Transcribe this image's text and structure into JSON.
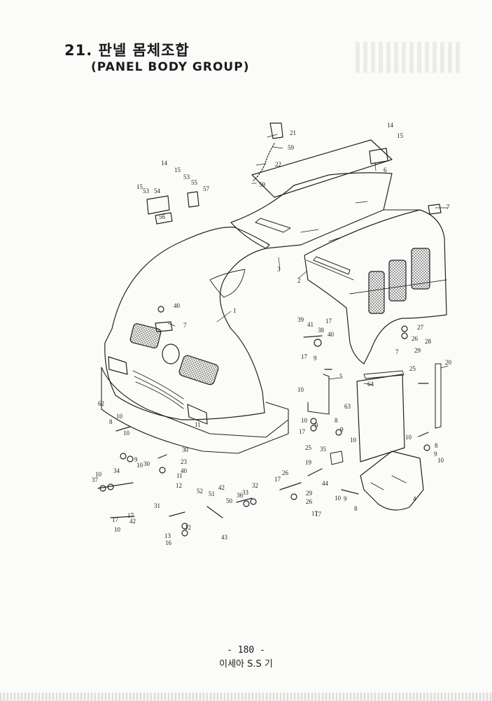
{
  "header": {
    "title_ko": "21. 판넬 몸체조합",
    "title_en": "(PANEL BODY GROUP)"
  },
  "footer": {
    "page": "- 180 -",
    "subtitle": "이세아 S.S 기"
  },
  "callouts": [
    "1",
    "2",
    "3",
    "4",
    "5",
    "6",
    "7",
    "7",
    "7",
    "8",
    "8",
    "8",
    "8",
    "9",
    "9",
    "9",
    "9",
    "9",
    "9",
    "10",
    "10",
    "10",
    "10",
    "10",
    "10",
    "10",
    "10",
    "10",
    "10",
    "10",
    "11",
    "11",
    "12",
    "12",
    "13",
    "14",
    "14",
    "15",
    "15",
    "15",
    "16",
    "17",
    "17",
    "17",
    "17",
    "17",
    "17",
    "17",
    "17",
    "19",
    "20",
    "21",
    "22",
    "23",
    "25",
    "25",
    "26",
    "26",
    "26",
    "27",
    "28",
    "29",
    "29",
    "30",
    "30",
    "31",
    "32",
    "33",
    "34",
    "35",
    "36",
    "37",
    "38",
    "39",
    "40",
    "40",
    "40",
    "41",
    "42",
    "42",
    "43",
    "44",
    "50",
    "51",
    "52",
    "53",
    "53",
    "54",
    "55",
    "56",
    "57",
    "59",
    "59",
    "62",
    "63",
    "64"
  ]
}
